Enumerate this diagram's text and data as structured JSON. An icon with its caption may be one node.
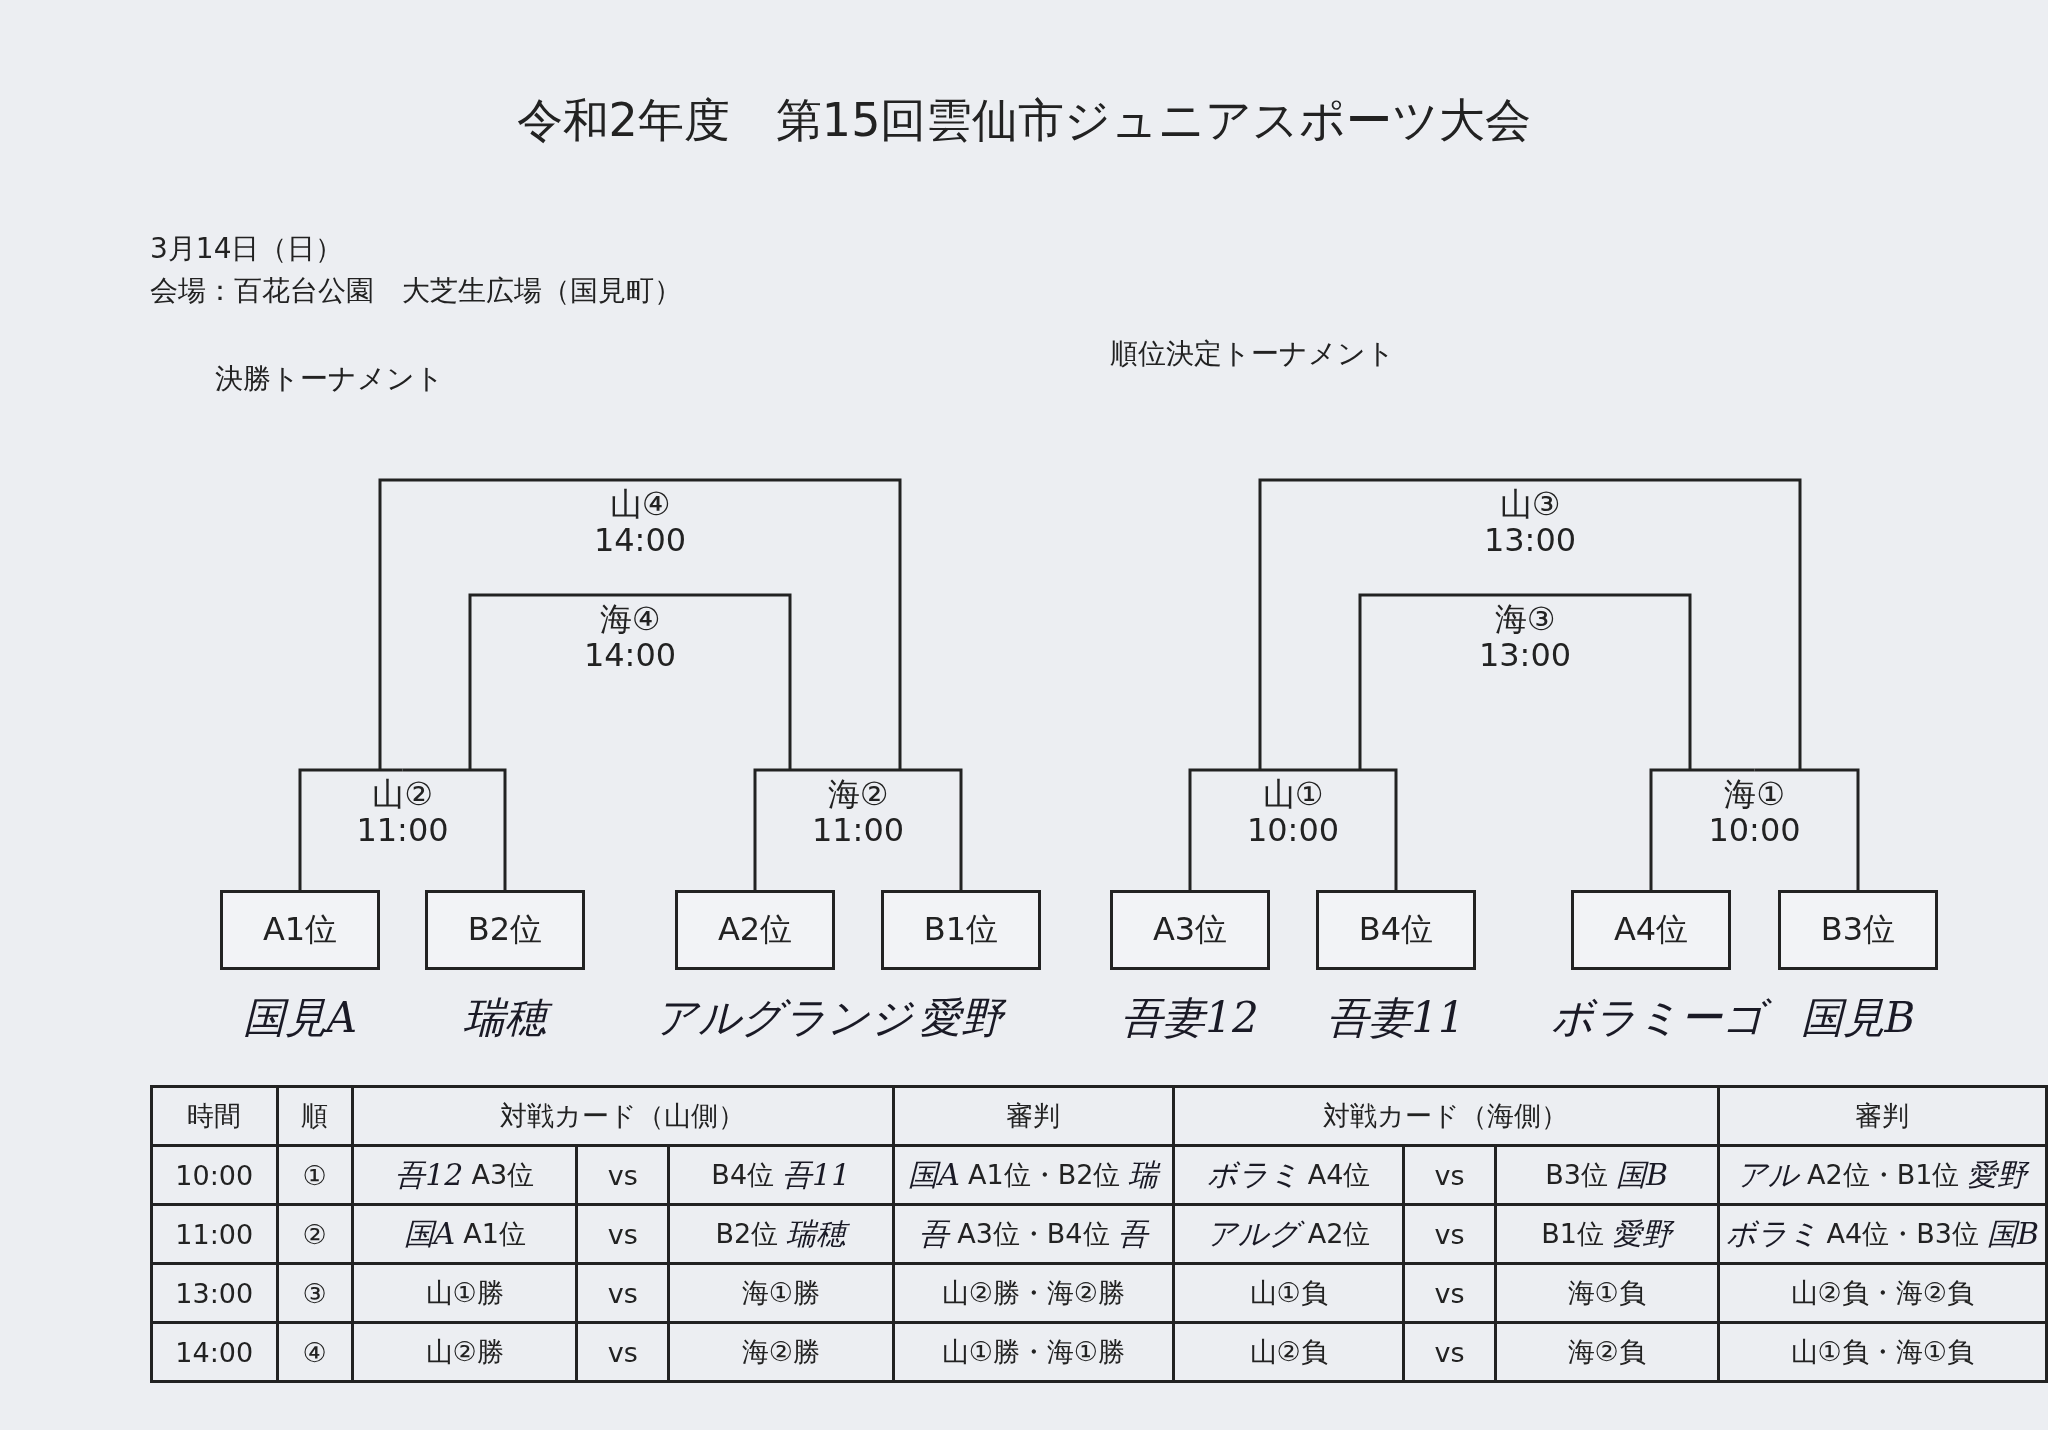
{
  "diagram": {
    "title": "令和2年度　第15回雲仙市ジュニアスポーツ大会",
    "nodes": [
      {
        "text": [
          "山④",
          "14:00"
        ]
      },
      {
        "text": [
          "山③",
          "13:00"
        ]
      },
      {
        "text": [
          "海④",
          "14:00"
        ]
      },
      {
        "text": [
          "海③",
          "13:00"
        ]
      },
      {
        "text": [
          "山②",
          "11:00"
        ]
      },
      {
        "text": [
          "海②",
          "11:00"
        ]
      },
      {
        "text": [
          "山①",
          "10:00"
        ]
      },
      {
        "text": [
          "海①",
          "10:00"
        ]
      },
      {
        "text": [
          "A1位"
        ],
        "beside": [
          "国見A"
        ]
      },
      {
        "text": [
          "B2位"
        ],
        "beside": [
          "瑞穂"
        ]
      },
      {
        "text": [
          "A2位"
        ],
        "beside": [
          "アルグランジ"
        ]
      },
      {
        "text": [
          "B1位"
        ],
        "beside": [
          "愛野"
        ]
      },
      {
        "text": [
          "A3位"
        ],
        "beside": [
          "吾妻12"
        ]
      },
      {
        "text": [
          "B4位"
        ],
        "beside": [
          "吾妻11"
        ]
      },
      {
        "text": [
          "A4位"
        ],
        "beside": [
          "ボラミーゴ"
        ]
      },
      {
        "text": [
          "B3位"
        ],
        "beside": [
          "国見B"
        ]
      }
    ],
    "edges": [
      {
        "from": 8,
        "to": 4,
        "arrow": "none"
      },
      {
        "from": 9,
        "to": 4,
        "arrow": "none"
      },
      {
        "from": 10,
        "to": 5,
        "arrow": "none"
      },
      {
        "from": 11,
        "to": 5,
        "arrow": "none"
      },
      {
        "from": 12,
        "to": 6,
        "arrow": "none"
      },
      {
        "from": 13,
        "to": 6,
        "arrow": "none"
      },
      {
        "from": 14,
        "to": 7,
        "arrow": "none"
      },
      {
        "from": 15,
        "to": 7,
        "arrow": "none"
      },
      {
        "from": 4,
        "to": 0,
        "arrow": "none"
      },
      {
        "from": 5,
        "to": 0,
        "arrow": "none"
      },
      {
        "from": 4,
        "to": 2,
        "arrow": "none"
      },
      {
        "from": 5,
        "to": 2,
        "arrow": "none"
      },
      {
        "from": 6,
        "to": 1,
        "arrow": "none"
      },
      {
        "from": 7,
        "to": 1,
        "arrow": "none"
      },
      {
        "from": 6,
        "to": 3,
        "arrow": "none"
      },
      {
        "from": 7,
        "to": 3,
        "arrow": "none"
      }
    ],
    "labels": [
      "3月14日（日）",
      "会場：百花台公園　大芝生広場（国見町）",
      "決勝トーナメント",
      "順位決定トーナメント",
      "時間",
      "順",
      "対戦カード（山側）",
      "審判",
      "対戦カード（海側）",
      "審判",
      "10:00",
      "①",
      "吾12",
      "A3位",
      "vs",
      "B4位",
      "吾11",
      "国A",
      "A1位・B2位",
      "瑞",
      "ボラミ",
      "A4位",
      "vs",
      "B3位",
      "国B",
      "アル",
      "A2位・B1位",
      "愛野",
      "11:00",
      "②",
      "国A",
      "A1位",
      "vs",
      "B2位",
      "瑞穂",
      "吾",
      "A3位・B4位",
      "吾",
      "アルグ",
      "A2位",
      "vs",
      "B1位",
      "愛野",
      "ボラミ",
      "A4位・B3位",
      "国B",
      "13:00",
      "③",
      "山①勝",
      "vs",
      "海①勝",
      "山②勝・海②勝",
      "山①負",
      "vs",
      "海①負",
      "山②負・海②負",
      "14:00",
      "④",
      "山②勝",
      "vs",
      "海②勝",
      "山①勝・海①勝",
      "山②負",
      "vs",
      "海②負",
      "山①負・海①負"
    ]
  }
}
